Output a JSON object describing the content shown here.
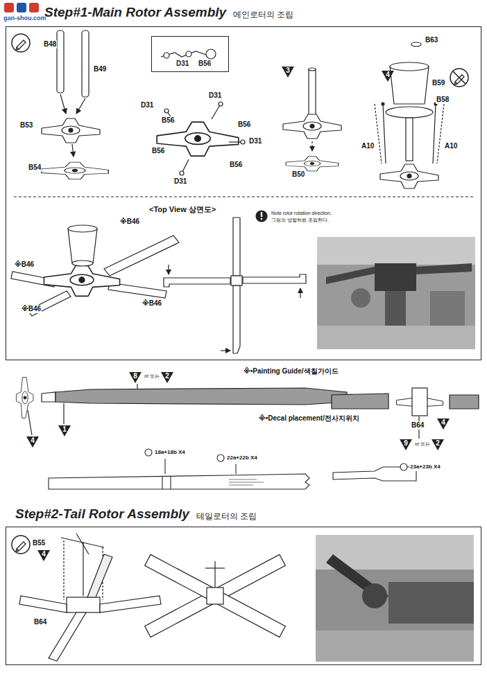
{
  "diagram": {
    "nodes": [
      {
        "text": [
          "Step#1-Main Rotor Assembly",
          "메인로터의 조립"
        ]
      },
      {
        "text": [
          "D31",
          "B56"
        ],
        "in": 0
      },
      {
        "text": [
          "Step#2-Tail Rotor Assembly",
          "테일로터의 조립"
        ]
      }
    ],
    "labels": [
      "gan-shou.com",
      "B48",
      "B49",
      "B53",
      "B54",
      "D31",
      "D31",
      "B56",
      "B56",
      "D31",
      "B56",
      "B56",
      "D31",
      "3",
      "B50",
      "B63",
      "B59",
      "B58",
      "4",
      "A10",
      "A10",
      "<Top View 상면도>",
      "Note rotor rotation direction.",
      "그림의 방향처럼 조립한다.",
      "※B46",
      "※B46",
      "※B46",
      "※B46",
      "※•Painting Guide/색칠가이드",
      "8",
      "or 또는",
      "2",
      "4",
      "1",
      "B64",
      "9",
      "or 또는",
      "2",
      "4",
      "※•Decal placement/전사지위치",
      "18a+18b X4",
      "22a+22b X4",
      "23a+23b X4",
      "B55",
      "4",
      "B64"
    ]
  }
}
